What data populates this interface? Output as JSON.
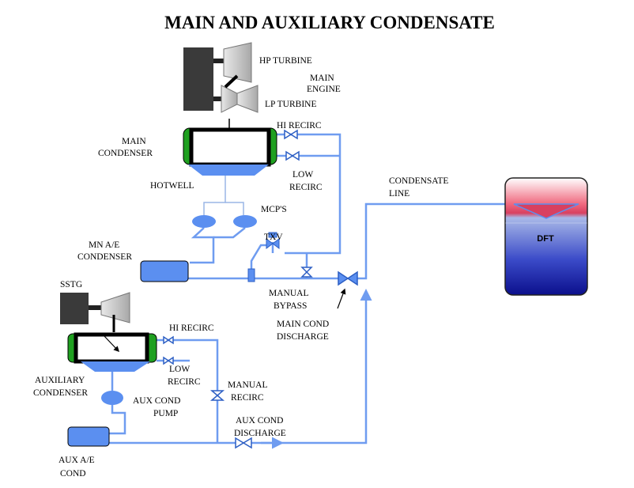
{
  "title": "MAIN AND AUXILIARY CONDENSATE",
  "labels": {
    "hp_turbine": "HP  TURBINE",
    "main_engine_1": "MAIN",
    "main_engine_2": "ENGINE",
    "lp_turbine": "LP  TURBINE",
    "main_condenser_1": "MAIN",
    "main_condenser_2": "CONDENSER",
    "hi_recirc_main": "HI  RECIRC",
    "low_recirc_main_1": "LOW",
    "low_recirc_main_2": "RECIRC",
    "hotwell": "HOTWELL",
    "mcps": "MCP'S",
    "condensate_line_1": "CONDENSATE",
    "condensate_line_2": "LINE",
    "dft": "DFT",
    "mn_ae_condenser_1": "MN A/E",
    "mn_ae_condenser_2": "CONDENSER",
    "txv": "TXV",
    "manual_bypass_1": "MANUAL",
    "manual_bypass_2": "BYPASS",
    "main_cond_discharge_1": "MAIN COND",
    "main_cond_discharge_2": "DISCHARGE",
    "sstg": "SSTG",
    "hi_recirc_aux": "HI  RECIRC",
    "low_recirc_aux_1": "LOW",
    "low_recirc_aux_2": "RECIRC",
    "auxiliary_condenser_1": "AUXILIARY",
    "auxiliary_condenser_2": "CONDENSER",
    "aux_cond_pump_1": "AUX COND",
    "aux_cond_pump_2": "PUMP",
    "manual_recirc_1": "MANUAL",
    "manual_recirc_2": "RECIRC",
    "aux_cond_discharge_1": "AUX COND",
    "aux_cond_discharge_2": "DISCHARGE",
    "aux_ae_cond_1": "AUX A/E",
    "aux_ae_cond_2": "COND"
  },
  "colors": {
    "pipe": "#6f9cf0",
    "component_blue": "#5b8ff0",
    "condenser_green": "#1fa020",
    "turbine_gray": "#bfbfbf",
    "generator_dark": "#3a3a3a",
    "dft_top": "#e8425c",
    "dft_bottom": "#10139a"
  }
}
